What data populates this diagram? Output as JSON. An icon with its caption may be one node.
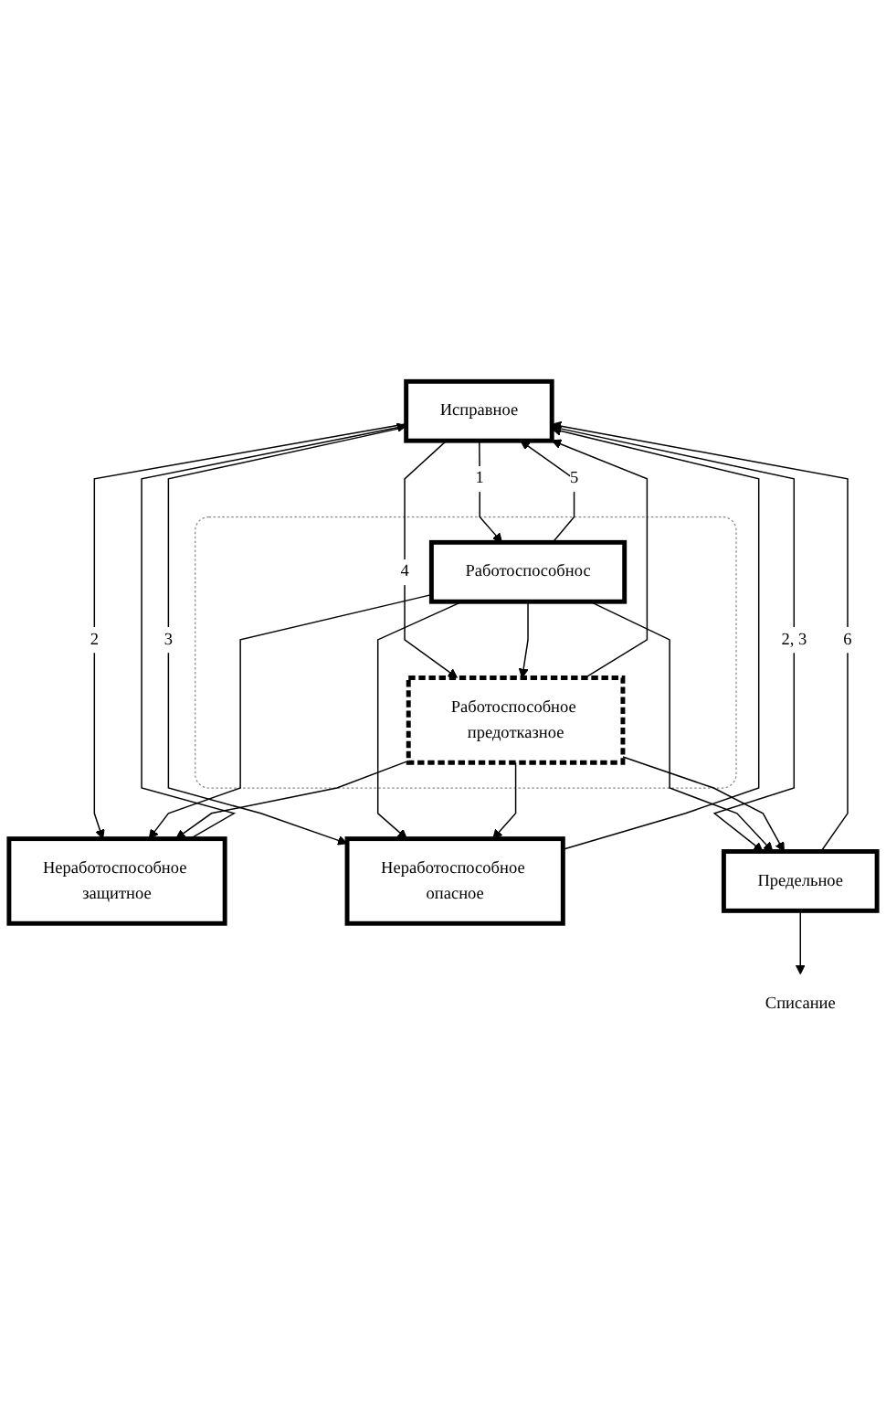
{
  "diagram": {
    "nodes": [
      {
        "text": [
          "Исправное"
        ]
      },
      {
        "text": [],
        "shape": "box"
      },
      {
        "text": [
          "Работоспособнос"
        ],
        "in": 1
      },
      {
        "text": [
          "Работоспособное предотказное"
        ],
        "in": 1
      },
      {
        "text": [
          "Неработоспособное защитное"
        ]
      },
      {
        "text": [
          "Неработоспособное опасное"
        ]
      },
      {
        "text": [
          "Предельное"
        ]
      },
      {
        "text": [
          "Списание"
        ]
      }
    ],
    "edges": [
      {
        "from": 0,
        "to": 2,
        "arrow": "to",
        "label": "1"
      },
      {
        "from": 0,
        "to": 4,
        "arrow": "to",
        "label": "2"
      },
      {
        "from": 2,
        "to": 4,
        "arrow": "to"
      },
      {
        "from": 3,
        "to": 4,
        "arrow": "to"
      },
      {
        "from": 0,
        "to": 5,
        "arrow": "to",
        "label": "3"
      },
      {
        "from": 2,
        "to": 5,
        "arrow": "to"
      },
      {
        "from": 3,
        "to": 5,
        "arrow": "to"
      },
      {
        "from": 0,
        "to": 3,
        "arrow": "to",
        "label": "4"
      },
      {
        "from": 2,
        "to": 3,
        "arrow": "to"
      },
      {
        "from": 0,
        "to": 6,
        "arrow": "to",
        "label": "2, 3"
      },
      {
        "from": 2,
        "to": 6,
        "arrow": "to"
      },
      {
        "from": 3,
        "to": 6,
        "arrow": "to"
      },
      {
        "from": 2,
        "to": 0,
        "arrow": "to",
        "label": "5"
      },
      {
        "from": 3,
        "to": 0,
        "arrow": "to"
      },
      {
        "from": 4,
        "to": 0,
        "arrow": "to"
      },
      {
        "from": 5,
        "to": 0,
        "arrow": "to"
      },
      {
        "from": 6,
        "to": 0,
        "arrow": "to",
        "label": "6"
      },
      {
        "from": 6,
        "to": 7,
        "arrow": "to"
      }
    ]
  }
}
